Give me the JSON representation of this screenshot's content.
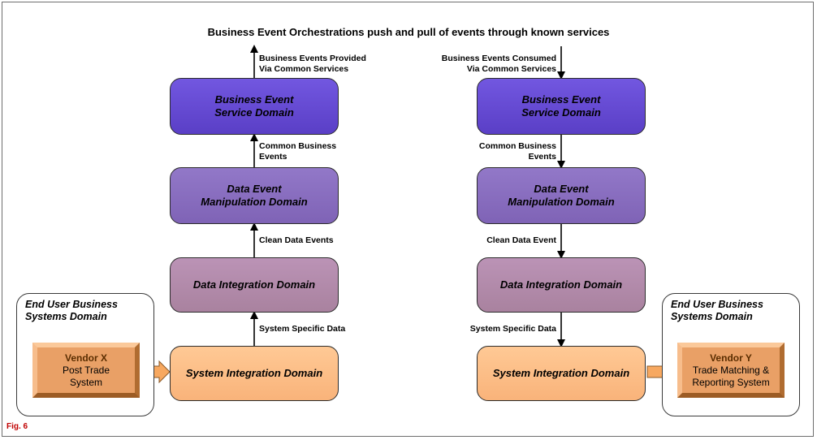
{
  "title": "Business Event Orchestrations push and pull of events through known services",
  "left_column": {
    "top_label": [
      "Business Events Provided",
      "Via Common Services"
    ],
    "boxes": [
      [
        "Business Event",
        "Service Domain"
      ],
      [
        "Data Event",
        "Manipulation Domain"
      ],
      [
        "Data Integration Domain"
      ],
      [
        "System Integration Domain"
      ]
    ],
    "arrow_labels": [
      [
        "Common Business",
        "Events"
      ],
      [
        "Clean Data Events"
      ],
      [
        "System Specific Data"
      ]
    ],
    "end_user": {
      "title": [
        "End User Business",
        "Systems Domain"
      ],
      "vendor_name": "Vendor X",
      "vendor_desc": [
        "Post Trade",
        "System"
      ]
    }
  },
  "right_column": {
    "top_label": [
      "Business Events Consumed",
      "Via Common Services"
    ],
    "boxes": [
      [
        "Business Event",
        "Service Domain"
      ],
      [
        "Data Event",
        "Manipulation Domain"
      ],
      [
        "Data Integration Domain"
      ],
      [
        "System Integration Domain"
      ]
    ],
    "arrow_labels": [
      [
        "Common Business",
        "Events"
      ],
      [
        "Clean Data Event"
      ],
      [
        "System Specific Data"
      ]
    ],
    "end_user": {
      "title": [
        "End User Business",
        "Systems Domain"
      ],
      "vendor_name": "Vendor Y",
      "vendor_desc": [
        "Trade Matching &",
        "Reporting System"
      ]
    }
  },
  "figure_label": "Fig. 6",
  "colors": {
    "service_domain": "#6549d6",
    "manipulation_domain": "#8a6ec0",
    "integration_domain": "#b28ba9",
    "system_integration_domain": "#fcbe88",
    "vendor": "#e9a066",
    "figure_label": "#c00000"
  }
}
